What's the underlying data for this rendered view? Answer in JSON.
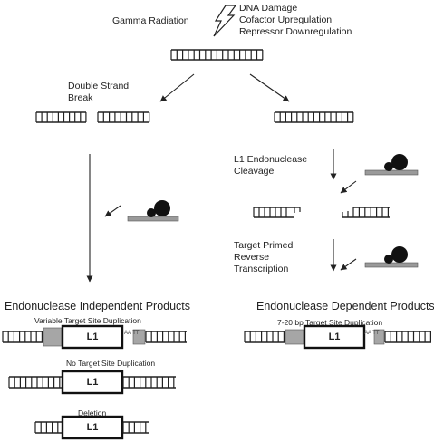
{
  "trigger": {
    "label": "Gamma Radiation",
    "effects": [
      "DNA Damage",
      "Cofactor Upregulation",
      "Repressor Downregulation"
    ]
  },
  "left_branch": {
    "step": [
      "Double Strand",
      "Break"
    ],
    "title": "Endonuclease Independent Products",
    "products": [
      {
        "caption": "Variable Target Site Duplication",
        "element": "L1",
        "tail": "AA TT"
      },
      {
        "caption": "No Target Site Duplication",
        "element": "L1"
      },
      {
        "caption": "Deletion",
        "element": "L1"
      }
    ]
  },
  "right_branch": {
    "step1": [
      "L1 Endonuclease",
      "Cleavage"
    ],
    "step2": [
      "Target Primed",
      "Reverse",
      "Transcription"
    ],
    "title": "Endonuclease Dependent Products",
    "products": [
      {
        "caption": "7-20 bp Target Site Duplication",
        "element": "L1",
        "tail": "AA TT"
      }
    ]
  },
  "icons": [
    "lightning-bolt-icon",
    "rnp-complex-icon"
  ],
  "colors": {
    "line": "#222222",
    "tsd_box": "#a6a6a6",
    "rnp": "#111111",
    "rna_bar": "#9a9a9a"
  }
}
